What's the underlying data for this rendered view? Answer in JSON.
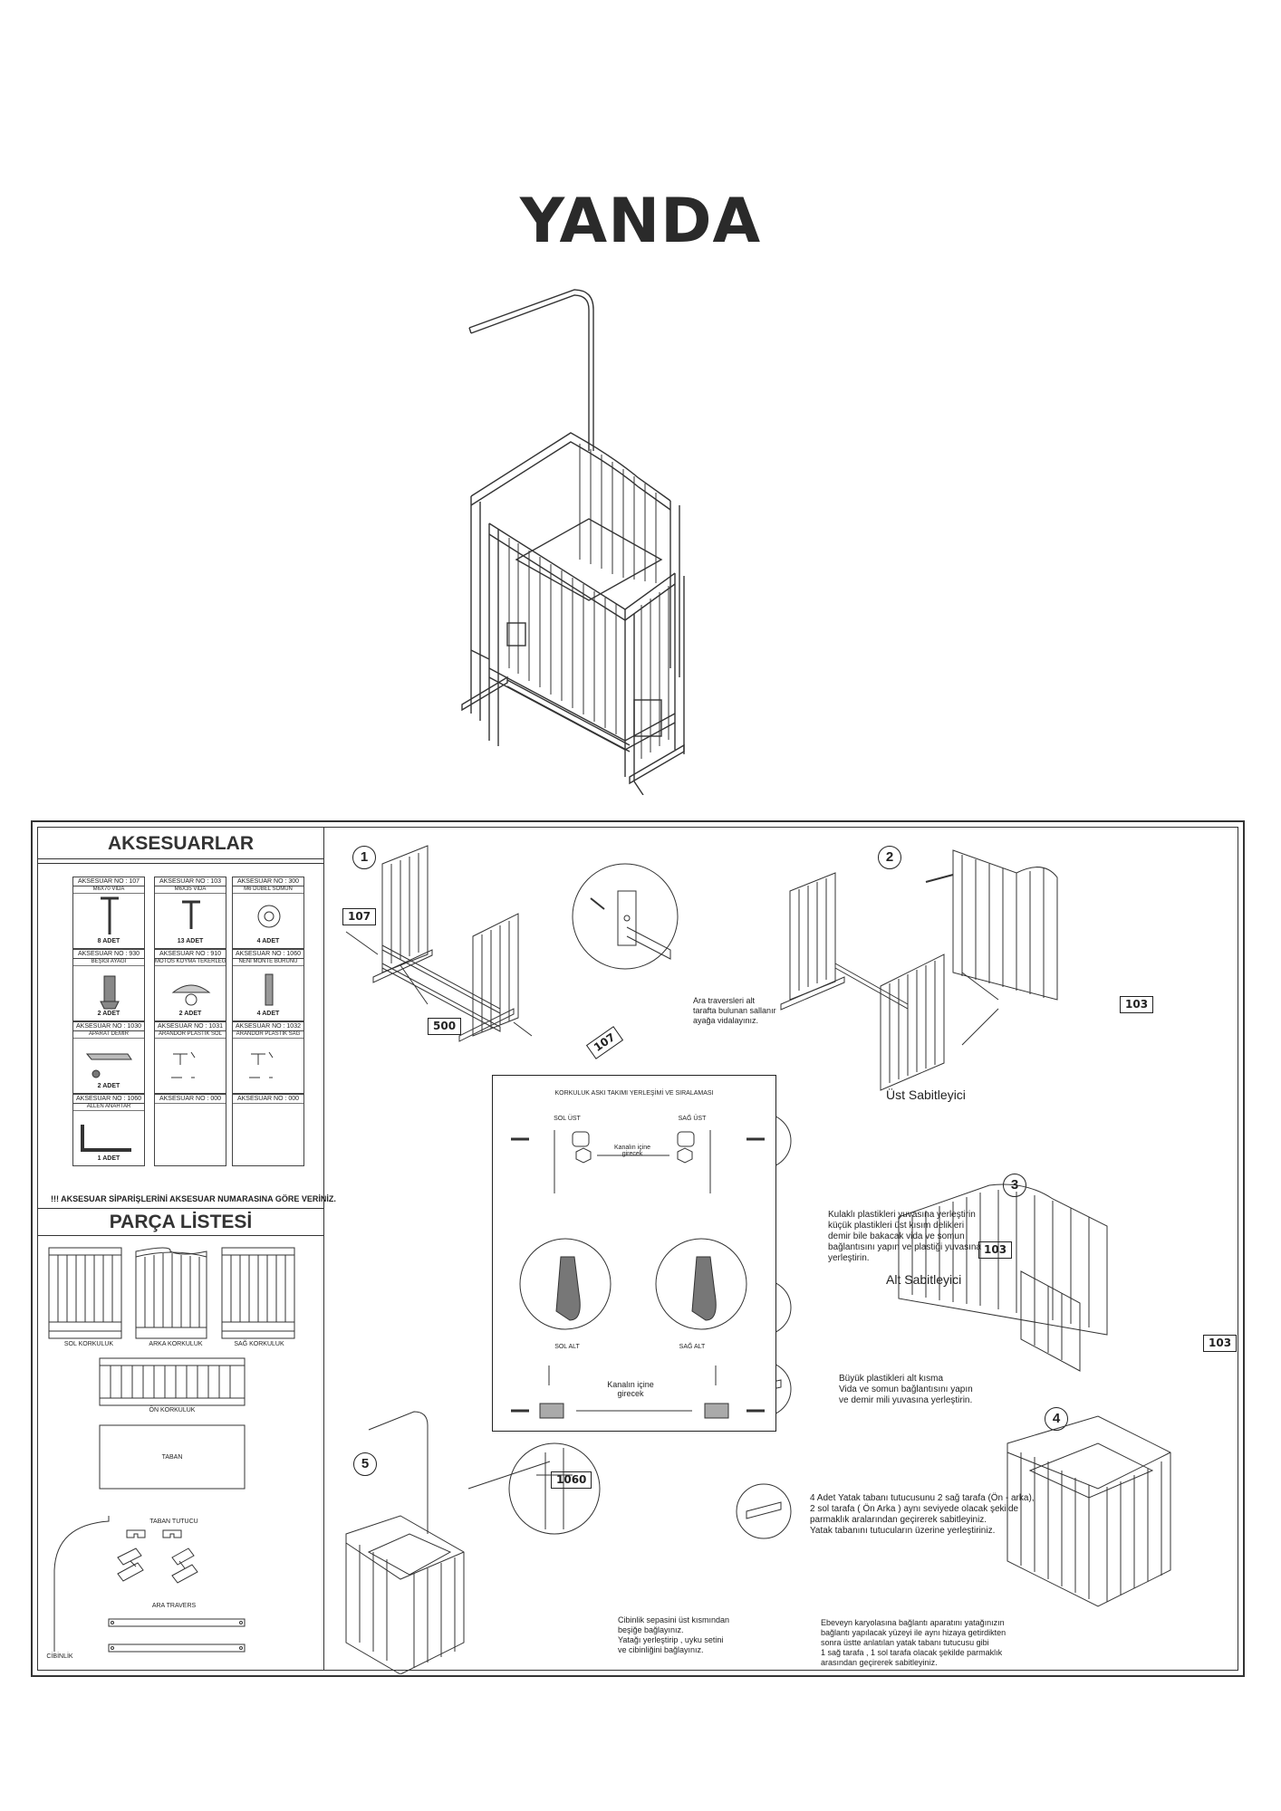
{
  "document": {
    "title": "YANDA"
  },
  "accessories": {
    "heading": "AKSESUARLAR",
    "items": [
      {
        "no": "AKSESUAR NO : 107",
        "name": "M6X70 VİDA",
        "count": "8 ADET",
        "icon": "long-bolt-icon"
      },
      {
        "no": "AKSESUAR NO : 103",
        "name": "M6X35 VİDA",
        "count": "13 ADET",
        "icon": "short-bolt-icon"
      },
      {
        "no": "AKSESUAR NO : 300",
        "name": "M6 DÜBEL SOMUN",
        "count": "4 ADET",
        "icon": "dowel-nut-icon"
      },
      {
        "no": "AKSESUAR NO : 930",
        "name": "BEŞİĞİ AYAĞI",
        "count": "2 ADET",
        "icon": "cradle-foot-icon"
      },
      {
        "no": "AKSESUAR NO : 910",
        "name": "MOTOS KOYMA TEKERLEĞİ",
        "count": "2 ADET",
        "icon": "caster-wheel-icon"
      },
      {
        "no": "AKSESUAR NO : 1060",
        "name": "NENİ MONTE BURUNU",
        "count": "4 ADET",
        "icon": "mount-pin-icon"
      },
      {
        "no": "AKSESUAR NO : 1030",
        "name": "APARAT DEMİR",
        "count": "2 ADET",
        "icon": "iron-bracket-icon"
      },
      {
        "no": "AKSESUAR NO : 1031",
        "name": "ARANDOR PLASTİK SOL",
        "count": "",
        "icon": "plastic-left-icon"
      },
      {
        "no": "AKSESUAR NO : 1032",
        "name": "ARANDOR PLASTİK SAĞ",
        "count": "",
        "icon": "plastic-right-icon"
      },
      {
        "no": "AKSESUAR NO : 1060",
        "name": "ALLEN ANAHTAR",
        "count": "1 ADET",
        "icon": "allen-key-icon"
      },
      {
        "no": "AKSESUAR NO : 000",
        "name": "",
        "count": "",
        "icon": ""
      },
      {
        "no": "AKSESUAR NO : 000",
        "name": "",
        "count": "",
        "icon": ""
      }
    ],
    "note": "!!! AKSESUAR SİPARİŞLERİNİ AKSESUAR NUMARASINA GÖRE VERİNİZ."
  },
  "parts": {
    "heading": "PARÇA LİSTESİ",
    "sol_korkuluk": "SOL KORKULUK",
    "arka_korkuluk": "ARKA KORKULUK",
    "sag_korkuluk": "SAĞ KORKULUK",
    "on_korkuluk": "ÖN KORKULUK",
    "taban": "TABAN",
    "taban_tutucu": "TABAN TUTUCU",
    "ara_travers": "ARA TRAVERS",
    "cibinlik": "CİBİNLİK"
  },
  "steps": {
    "s1": "1",
    "s2": "2",
    "s3": "3",
    "s4": "4",
    "s5": "5"
  },
  "tags": {
    "t107a": "107",
    "t500": "500",
    "t107b": "107",
    "t103a": "103",
    "t103b": "103",
    "t103c": "103",
    "t1060": "1060"
  },
  "notes": {
    "ara_travers": "Ara traversleri alt\ntarafta bulunan sallanır\nayağa vidalayınız.",
    "ust_sabitleyici_title": "Üst Sabitleyici",
    "ust_sabitleyici": "Kulaklı plastikleri yuvasına yerleştirin\nküçük plastikleri üst kısım delikleri\ndemir bile bakacak vida ve somun\nbağlantısını yapın ve plastiği yuvasına\nyerleştirin.",
    "alt_sabitleyici_title": "Alt Sabitleyici",
    "alt_sabitleyici": "Büyük plastikleri alt kısma\nVida ve somun bağlantısını yapın\nve demir mili yuvasına yerleştirin.",
    "yatak_tabani": "4 Adet Yatak tabanı tutucusunu 2 sağ tarafa (Ön - arka),\n2 sol tarafa ( Ön Arka ) aynı seviyede olacak şekilde\nparmaklık aralarından geçirerek sabitleyiniz.\nYatak tabanını tutucuların üzerine yerleştiriniz.",
    "cibinlik": "Cibinlik sepasini üst kısmından\nbeşiğe bağlayınız.\nYatağı yerleştirip , uyku setini\nve cibinliğini bağlayınız.",
    "ebeveyn": "Ebeveyn karyolasına bağlantı aparatını yatağınızın\nbağlantı yapılacak yüzeyi ile aynı hizaya getirdikten\nsonra üstte anlatılan yatak tabanı tutucusu gibi\n1 sağ tarafa , 1 sol tarafa olacak şekilde parmaklık\narasından geçirerek sabitleyiniz."
  },
  "korkuluk": {
    "title": "KORKULUK ASKI TAKIMI YERLEŞİMİ VE SIRALAMASI",
    "sol_ust": "SOL ÜST",
    "sag_ust": "SAĞ ÜST",
    "kanal_ust": "Kanalın içine\ngirecek",
    "sol_alt": "SOL ALT",
    "sag_alt": "SAĞ ALT",
    "kanal_alt": "Kanalın içine\ngirecek"
  }
}
